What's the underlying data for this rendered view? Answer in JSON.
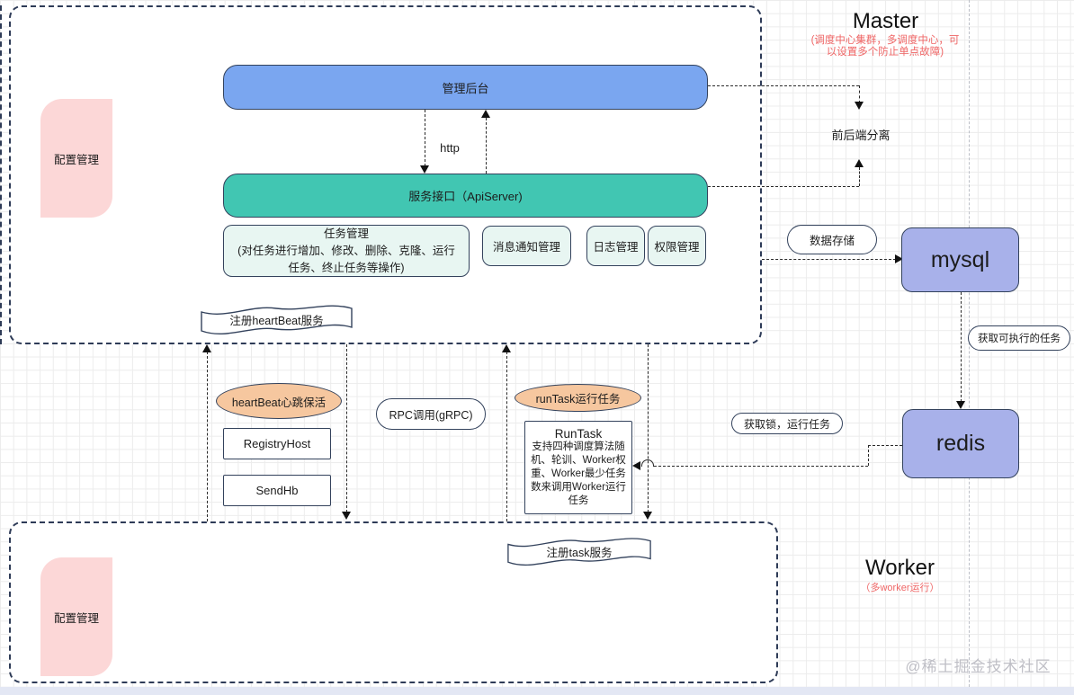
{
  "colors": {
    "admin_blue": "#7aa6f0",
    "api_teal": "#41c6b2",
    "mint_box": "#e8f6f2",
    "db_periwinkle": "#a8b1ea",
    "ellipse_peach": "#f6c79f",
    "config_pink": "#fcd7d7",
    "note_red": "#ef6666",
    "border_navy": "#33425c",
    "watermark_grey": "#bfbfc6"
  },
  "master": {
    "title": "Master",
    "note": "(调度中心集群，多调度中心，可\n以设置多个防止单点故障)",
    "config": "配置管理",
    "admin_backend": "管理后台",
    "http": "http",
    "api_server": "服务接口（ApiServer)",
    "task_mgmt_title": "任务管理",
    "task_mgmt_body": "(对任务进行增加、修改、删除、克隆、运行\n任务、终止任务等操作)",
    "notify_mgmt": "消息通知管理",
    "log_mgmt": "日志管理",
    "perm_mgmt": "权限管理",
    "register_banner": "注册heartBeat服务",
    "frontend_split": "前后端分离"
  },
  "rpc": {
    "heartbeat": "heartBeat心跳保活",
    "registry_host": "RegistryHost",
    "send_hb": "SendHb",
    "rpc_call": "RPC调用(gRPC)",
    "runtask": "runTask运行任务",
    "runtask_title": "RunTask",
    "runtask_body": "支持四种调度算法随\n机、轮训、Worker权\n重、Worker最少任务\n数来调用Worker运行\n任务"
  },
  "storage": {
    "data_store": "数据存储",
    "mysql": "mysql",
    "fetch_tasks": "获取可执行的任务",
    "redis": "redis",
    "get_lock": "获取锁，运行任务"
  },
  "worker": {
    "title": "Worker",
    "note": "（多worker运行）",
    "config": "配置管理",
    "register_banner": "注册task服务"
  },
  "watermark": "@稀土掘金技术社区"
}
